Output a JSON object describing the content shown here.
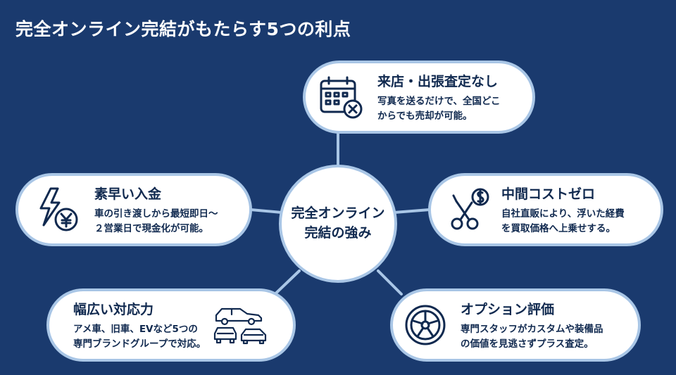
{
  "title": "完全オンライン完結がもたらす5つの利点",
  "hub": {
    "line1": "完全オンライン",
    "line2": "完結の強み"
  },
  "cards": [
    {
      "title": "来店・出張査定なし",
      "desc1": "写真を送るだけで、全国どこ",
      "desc2": "からでも売却が可能。",
      "icon": "calendar-x-icon"
    },
    {
      "title": "素早い入金",
      "desc1": "車の引き渡しから最短即日〜",
      "desc2": "２営業日で現金化が可能。",
      "icon": "lightning-yen-icon"
    },
    {
      "title": "中間コストゼロ",
      "desc1": "自社直販により、浮いた経費",
      "desc2": "を買取価格へ上乗せする。",
      "icon": "scissors-dollar-icon"
    },
    {
      "title": "幅広い対応力",
      "desc1": "アメ車、旧車、EVなど5つの",
      "desc2": "専門ブランドグループで対応。",
      "icon": "cars-icon"
    },
    {
      "title": "オプション評価",
      "desc1": "専門スタッフがカスタムや装備品",
      "desc2": "の価値を見逃さずプラス査定。",
      "icon": "wheel-icon"
    }
  ],
  "colors": {
    "background": "#1a3a6e",
    "navy": "#10294f",
    "border": "#a9c6e6"
  }
}
